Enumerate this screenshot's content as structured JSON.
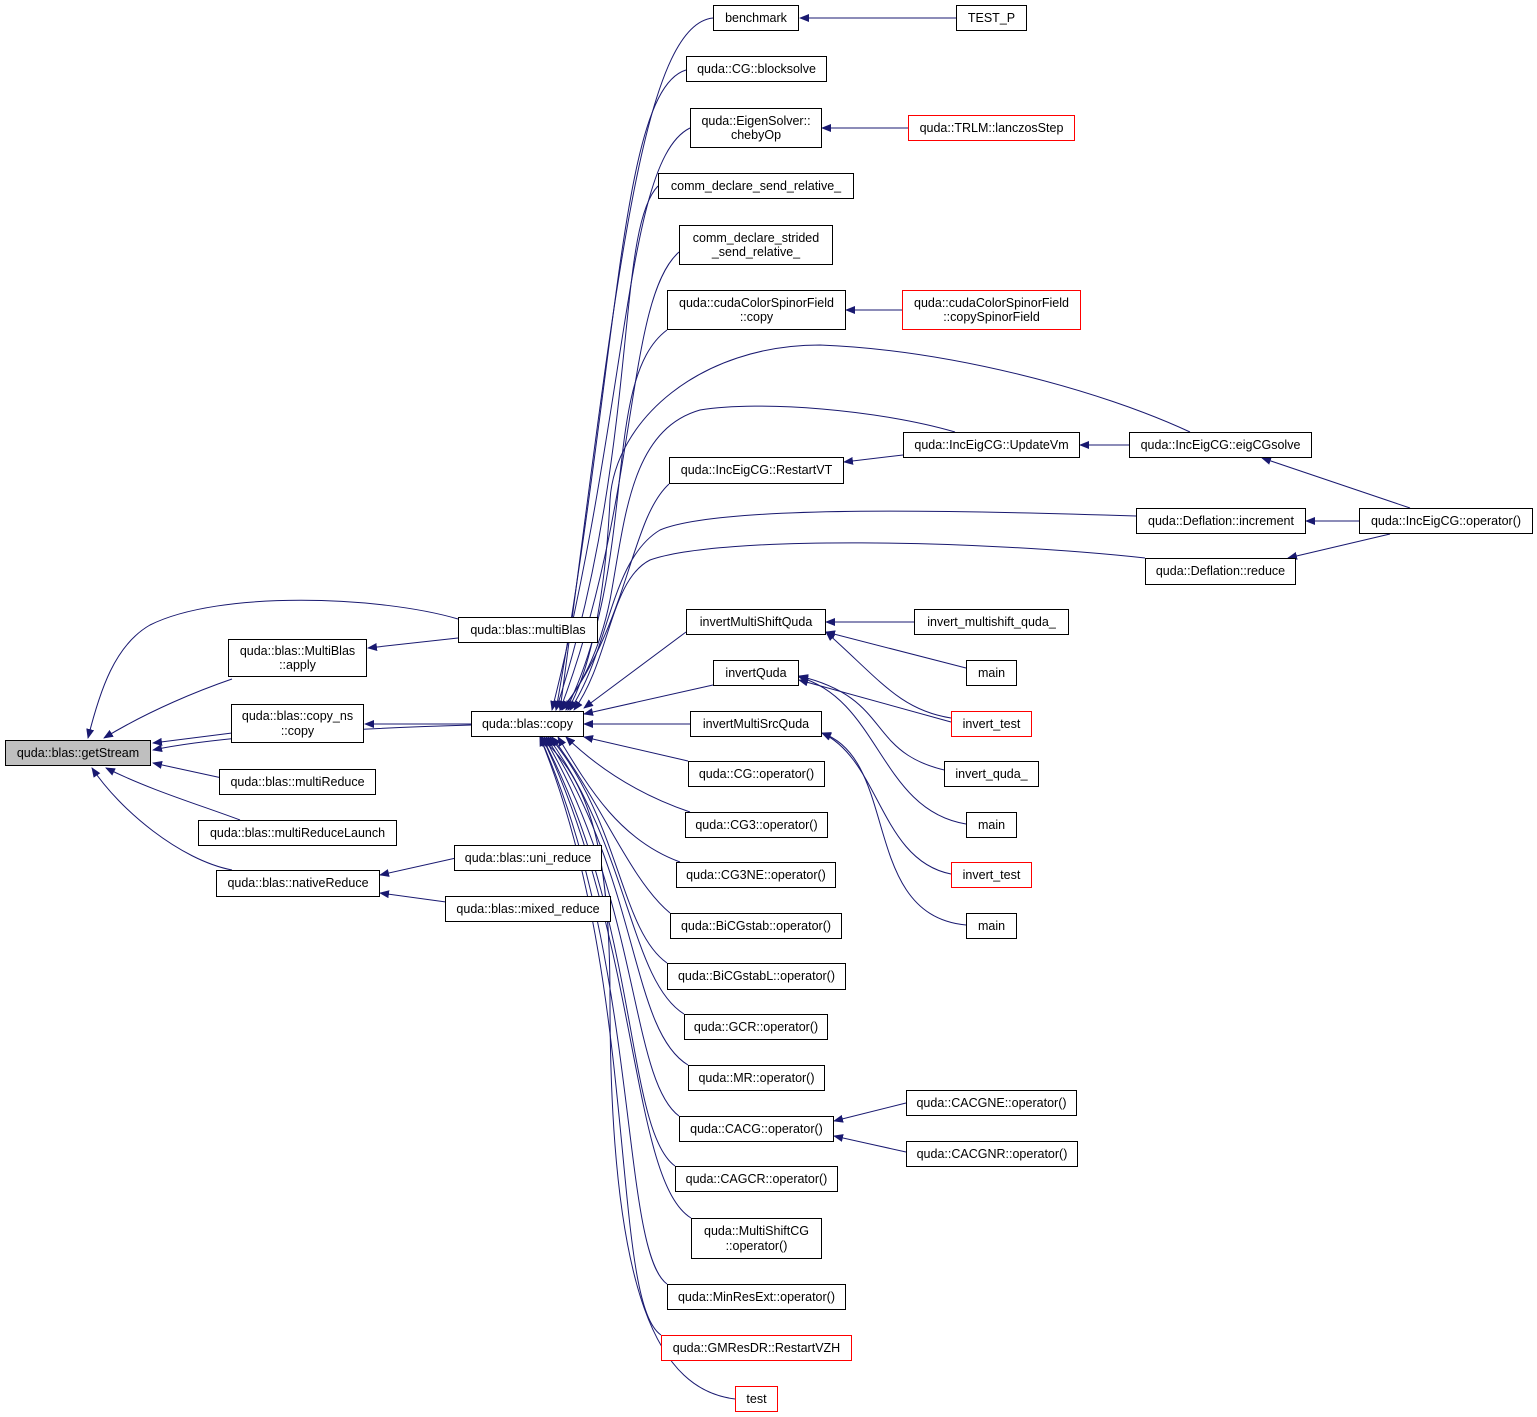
{
  "colors": {
    "edge": "#191970",
    "node_border": "#000000",
    "incomplete_border": "#ff0000",
    "focus_fill": "#bfbfbf"
  },
  "nodes": {
    "getStream": {
      "l1": "quda::blas::getStream",
      "l2": ""
    },
    "multiBlas": {
      "l1": "quda::blas::multiBlas",
      "l2": ""
    },
    "multiBlasApply": {
      "l1": "quda::blas::MultiBlas",
      "l2": "::apply"
    },
    "copyNs": {
      "l1": "quda::blas::copy_ns",
      "l2": "::copy"
    },
    "multiReduce": {
      "l1": "quda::blas::multiReduce",
      "l2": ""
    },
    "multiReduceLaunch": {
      "l1": "quda::blas::multiReduceLaunch",
      "l2": ""
    },
    "nativeReduce": {
      "l1": "quda::blas::nativeReduce",
      "l2": ""
    },
    "uniReduce": {
      "l1": "quda::blas::uni_reduce",
      "l2": ""
    },
    "mixedReduce": {
      "l1": "quda::blas::mixed_reduce",
      "l2": ""
    },
    "blasCopy": {
      "l1": "quda::blas::copy",
      "l2": ""
    },
    "benchmark": {
      "l1": "benchmark",
      "l2": ""
    },
    "testP": {
      "l1": "TEST_P",
      "l2": ""
    },
    "blocksolve": {
      "l1": "quda::CG::blocksolve",
      "l2": ""
    },
    "chebyOp": {
      "l1": "quda::EigenSolver::",
      "l2": "chebyOp"
    },
    "lanczosStep": {
      "l1": "quda::TRLM::lanczosStep",
      "l2": ""
    },
    "commSendRel": {
      "l1": "comm_declare_send_relative_",
      "l2": ""
    },
    "commStrided": {
      "l1": "comm_declare_strided",
      "l2": "_send_relative_"
    },
    "cudaCopy": {
      "l1": "quda::cudaColorSpinorField",
      "l2": "::copy"
    },
    "copySpinorField": {
      "l1": "quda::cudaColorSpinorField",
      "l2": "::copySpinorField"
    },
    "restartVT": {
      "l1": "quda::IncEigCG::RestartVT",
      "l2": ""
    },
    "updateVm": {
      "l1": "quda::IncEigCG::UpdateVm",
      "l2": ""
    },
    "eigCGsolve": {
      "l1": "quda::IncEigCG::eigCGsolve",
      "l2": ""
    },
    "incEigOp": {
      "l1": "quda::IncEigCG::operator()",
      "l2": ""
    },
    "deflIncrement": {
      "l1": "quda::Deflation::increment",
      "l2": ""
    },
    "deflReduce": {
      "l1": "quda::Deflation::reduce",
      "l2": ""
    },
    "invertMultiShift": {
      "l1": "invertMultiShiftQuda",
      "l2": ""
    },
    "invertMultishiftUnd": {
      "l1": "invert_multishift_quda_",
      "l2": ""
    },
    "main1": {
      "l1": "main",
      "l2": ""
    },
    "invertTest1": {
      "l1": "invert_test",
      "l2": ""
    },
    "invertQuda": {
      "l1": "invertQuda",
      "l2": ""
    },
    "invertQudaUnd": {
      "l1": "invert_quda_",
      "l2": ""
    },
    "main2": {
      "l1": "main",
      "l2": ""
    },
    "invertMultiSrc": {
      "l1": "invertMultiSrcQuda",
      "l2": ""
    },
    "invertTest2": {
      "l1": "invert_test",
      "l2": ""
    },
    "main3": {
      "l1": "main",
      "l2": ""
    },
    "cgOp": {
      "l1": "quda::CG::operator()",
      "l2": ""
    },
    "cg3Op": {
      "l1": "quda::CG3::operator()",
      "l2": ""
    },
    "cg3neOp": {
      "l1": "quda::CG3NE::operator()",
      "l2": ""
    },
    "bicgstabOp": {
      "l1": "quda::BiCGstab::operator()",
      "l2": ""
    },
    "bicgstabLOp": {
      "l1": "quda::BiCGstabL::operator()",
      "l2": ""
    },
    "gcrOp": {
      "l1": "quda::GCR::operator()",
      "l2": ""
    },
    "mrOp": {
      "l1": "quda::MR::operator()",
      "l2": ""
    },
    "cacgOp": {
      "l1": "quda::CACG::operator()",
      "l2": ""
    },
    "cacgneOp": {
      "l1": "quda::CACGNE::operator()",
      "l2": ""
    },
    "cacgnrOp": {
      "l1": "quda::CACGNR::operator()",
      "l2": ""
    },
    "cagcrOp": {
      "l1": "quda::CAGCR::operator()",
      "l2": ""
    },
    "multiShiftCG": {
      "l1": "quda::MultiShiftCG",
      "l2": "::operator()"
    },
    "minResExt": {
      "l1": "quda::MinResExt::operator()",
      "l2": ""
    },
    "gmresdr": {
      "l1": "quda::GMResDR::RestartVZH",
      "l2": ""
    },
    "test": {
      "l1": "test",
      "l2": ""
    }
  }
}
